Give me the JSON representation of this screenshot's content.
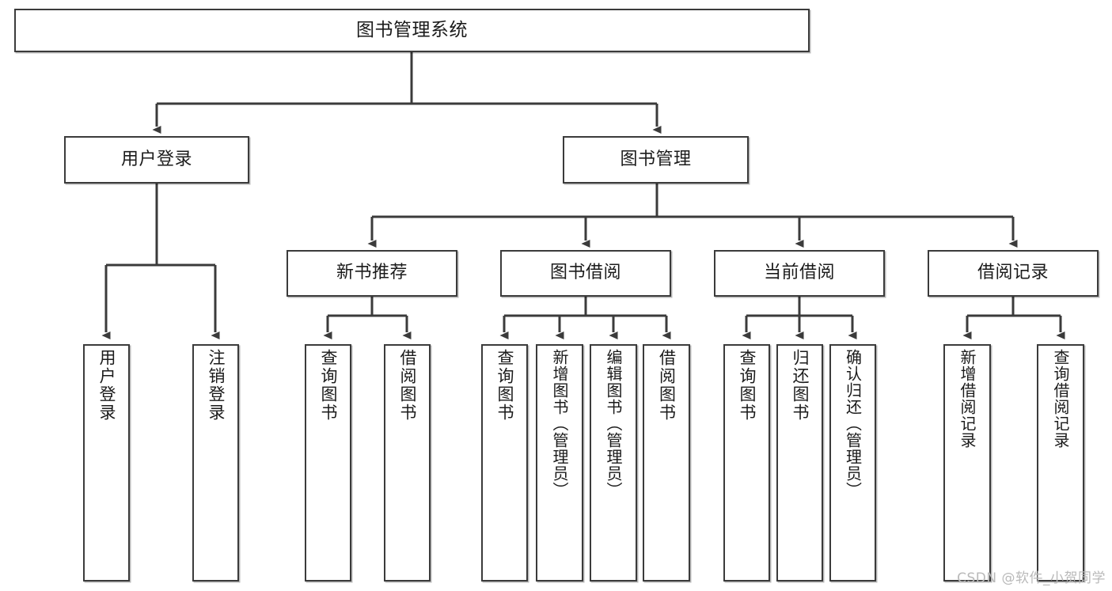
{
  "diagram": {
    "title": "图书管理系统",
    "watermark": "CSDN @软件_小贺同学",
    "levels": {
      "root": "图书管理系统",
      "level2": [
        "用户登录",
        "图书管理"
      ],
      "level3": [
        "新书推荐",
        "图书借阅",
        "当前借阅",
        "借阅记录"
      ]
    },
    "nodes": {
      "root": {
        "label": "图书管理系统"
      },
      "user_login": {
        "label": "用户登录"
      },
      "book_manage": {
        "label": "图书管理"
      },
      "new_book_rec": {
        "label": "新书推荐"
      },
      "book_borrow": {
        "label": "图书借阅"
      },
      "current_borrow": {
        "label": "当前借阅"
      },
      "borrow_record": {
        "label": "借阅记录"
      },
      "leaf_user_login": {
        "label": "用户登录"
      },
      "leaf_logout_login": {
        "label": "注销登录"
      },
      "leaf_query_book_1": {
        "label": "查询图书"
      },
      "leaf_borrow_book_1": {
        "label": "借阅图书"
      },
      "leaf_query_book_2": {
        "label": "查询图书"
      },
      "leaf_add_book_admin": {
        "label": "新增图书（管理员）"
      },
      "leaf_edit_book_admin": {
        "label": "编辑图书（管理员）"
      },
      "leaf_borrow_book_2": {
        "label": "借阅图书"
      },
      "leaf_query_book_3": {
        "label": "查询图书"
      },
      "leaf_return_book": {
        "label": "归还图书"
      },
      "leaf_confirm_return_admin": {
        "label": "确认归还（管理员）"
      },
      "leaf_add_borrow_record": {
        "label": "新增借阅记录"
      },
      "leaf_query_borrow_record": {
        "label": "查询借阅记录"
      }
    },
    "colors": {
      "border": "#3b3b3b",
      "background": "#ffffff",
      "text": "#1b1b1b",
      "watermark": "#b9b9b9"
    }
  }
}
